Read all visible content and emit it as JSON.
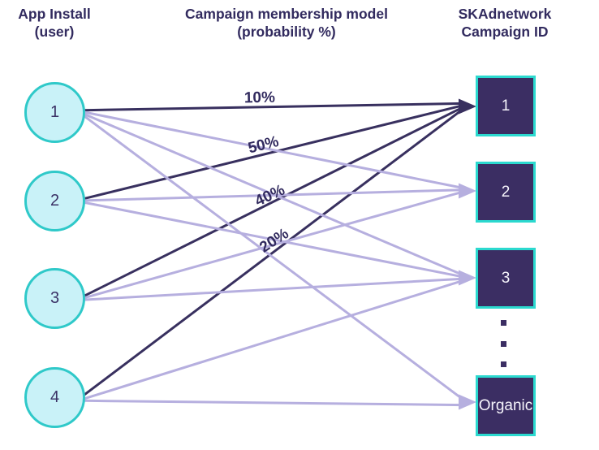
{
  "headers": {
    "left": {
      "line1": "App Install",
      "line2": "(user)"
    },
    "middle": {
      "line1": "Campaign membership model",
      "line2": "(probability %)"
    },
    "right": {
      "line1": "SKAdnetwork",
      "line2": "Campaign ID"
    }
  },
  "users": [
    {
      "label": "1"
    },
    {
      "label": "2"
    },
    {
      "label": "3"
    },
    {
      "label": "4"
    }
  ],
  "campaigns": [
    {
      "label": "1"
    },
    {
      "label": "2"
    },
    {
      "label": "3"
    },
    {
      "label": "Organic"
    }
  ],
  "edges": [
    {
      "from_user": "1",
      "to_campaign": "1",
      "emphasis": "dark",
      "probability": "10%"
    },
    {
      "from_user": "2",
      "to_campaign": "1",
      "emphasis": "dark",
      "probability": "50%"
    },
    {
      "from_user": "3",
      "to_campaign": "1",
      "emphasis": "dark",
      "probability": "40%"
    },
    {
      "from_user": "4",
      "to_campaign": "1",
      "emphasis": "dark",
      "probability": "20%"
    },
    {
      "from_user": "1",
      "to_campaign": "2",
      "emphasis": "light"
    },
    {
      "from_user": "2",
      "to_campaign": "2",
      "emphasis": "light"
    },
    {
      "from_user": "3",
      "to_campaign": "2",
      "emphasis": "light"
    },
    {
      "from_user": "1",
      "to_campaign": "3",
      "emphasis": "light"
    },
    {
      "from_user": "2",
      "to_campaign": "3",
      "emphasis": "light"
    },
    {
      "from_user": "3",
      "to_campaign": "3",
      "emphasis": "light"
    },
    {
      "from_user": "4",
      "to_campaign": "3",
      "emphasis": "light"
    },
    {
      "from_user": "1",
      "to_campaign": "Organic",
      "emphasis": "light"
    },
    {
      "from_user": "4",
      "to_campaign": "Organic",
      "emphasis": "light"
    }
  ],
  "ellipsis_between": {
    "after_campaign": "3",
    "before_campaign": "Organic",
    "dots": 3
  },
  "colors": {
    "dark_edge": "#38305f",
    "light_edge": "#b6afdf",
    "user_fill": "#c9f2f8",
    "user_border": "#2fc9c9",
    "campaign_fill": "#3b2e63",
    "campaign_border": "#2bd9cf",
    "heading_text": "#322b5f",
    "campaign_text": "#f7f5fc",
    "background": "#ffffff"
  }
}
